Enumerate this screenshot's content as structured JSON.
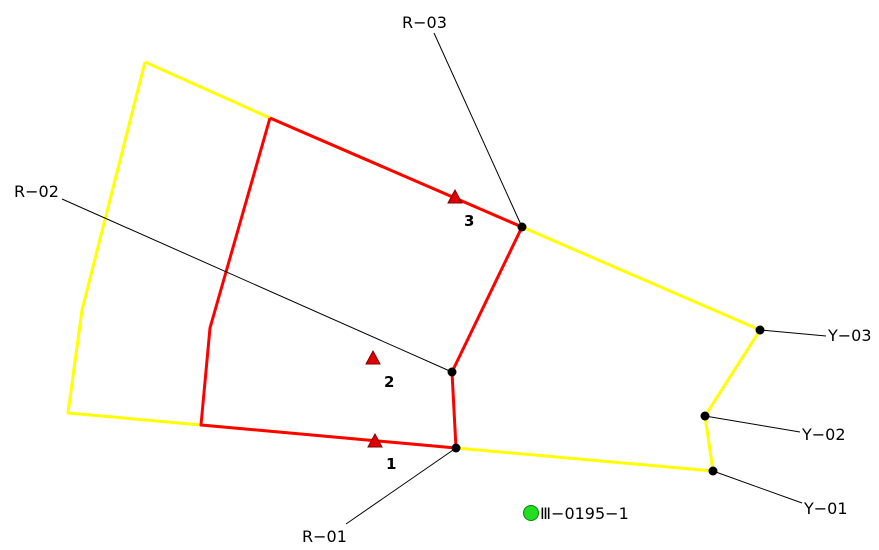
{
  "colors": {
    "outer_boundary": "#ffff00",
    "inner_boundary": "#ff0000",
    "leader_line": "#000000",
    "vertex_point": "#000000",
    "marker_fill": "#e00000",
    "marker_stroke": "#800000",
    "circle_fill": "#22dd22",
    "circle_stroke": "#008800",
    "background": "#ffffff"
  },
  "point_labels": {
    "r01": "R−01",
    "r02": "R−02",
    "r03": "R−03",
    "y01": "Y−01",
    "y02": "Y−02",
    "y03": "Y−03"
  },
  "markers": {
    "m1": "1",
    "m2": "2",
    "m3": "3"
  },
  "reference_point": {
    "label": "Ⅲ−0195−1",
    "icon": "green-circle-icon"
  }
}
